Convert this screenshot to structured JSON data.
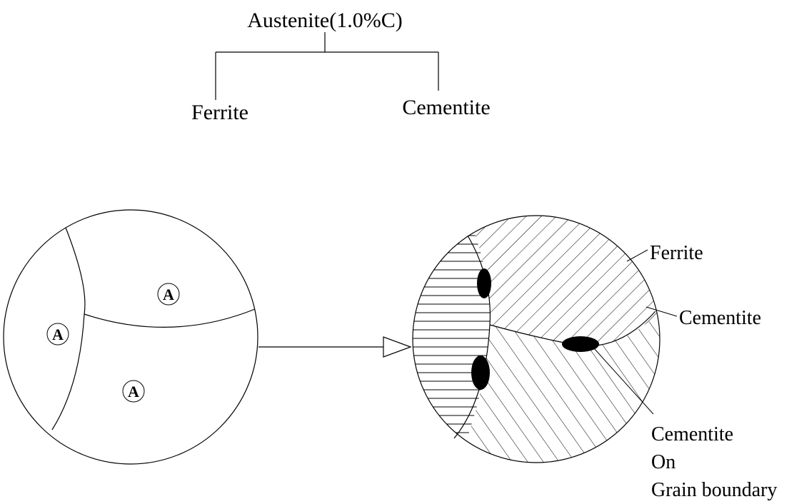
{
  "tree": {
    "root": "Austenite(1.0%C)",
    "left": "Ferrite",
    "right": "Cementite"
  },
  "before": {
    "grain_label": "A"
  },
  "after": {
    "labels": {
      "ferrite": "Ferrite",
      "cementite": "Cementite",
      "boundary_line1": "Cementite",
      "boundary_line2": "On",
      "boundary_line3": "Grain boundary"
    }
  }
}
